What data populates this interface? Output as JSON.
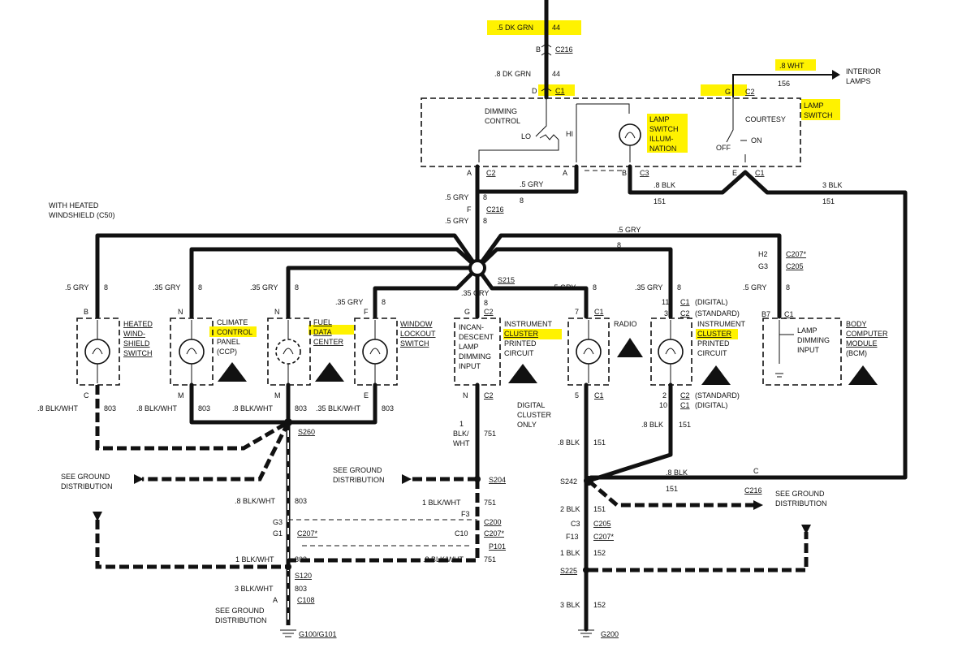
{
  "top": {
    "wire_color": ".5 DK GRN",
    "circuit": "44",
    "conn_pin": "B",
    "conn": "C216",
    "wire_color2": ".8 DK GRN",
    "circuit2": "44",
    "pin_d": "D",
    "c1": "C1"
  },
  "headlamp_switch": {
    "dimming": "DIMMING",
    "control": "CONTROL",
    "lo": "LO",
    "hi": "HI",
    "lamp": "LAMP",
    "switch": "SWITCH",
    "illum": "ILLUM-",
    "nation": "NATION",
    "courtesy": "COURTESY",
    "off": "OFF",
    "on": "ON",
    "outer_lamp": "LAMP",
    "outer_switch": "SWITCH",
    "pin_g": "G",
    "c2": "C2",
    "wht": ".8 WHT",
    "wht_circuit": "156",
    "interior1": "INTERIOR",
    "interior2": "LAMPS",
    "pin_a": "A",
    "pin_a2": "A",
    "pin_b": "B",
    "c3": "C3",
    "pin_e": "E",
    "c1b": "C1",
    "c2b": "C2"
  },
  "wires": {
    "gry5": ".5 GRY",
    "gry35": ".35 GRY",
    "c8": "8",
    "blk8": ".8 BLK",
    "blk3": "3 BLK",
    "c151": "151",
    "f": "F",
    "c216": "C216",
    "with_heated1": "WITH HEATED",
    "with_heated2": "WINDSHIELD (C50)"
  },
  "splices": {
    "s215": "S215",
    "s260": "S260",
    "s204": "S204",
    "s242": "S242",
    "s120": "S120",
    "s225": "S225"
  },
  "components": {
    "heated": [
      "HEATED",
      "WIND-",
      "SHIELD",
      "SWITCH"
    ],
    "climate": [
      "CLIMATE",
      "CONTROL",
      "PANEL",
      "(CCP)"
    ],
    "fuel": [
      "FUEL",
      "DATA",
      "CENTER"
    ],
    "window": [
      "WINDOW",
      "LOCKOUT",
      "SWITCH"
    ],
    "incand": [
      "INCAN-",
      "DESCENT",
      "LAMP",
      "DIMMING",
      "INPUT"
    ],
    "instrument": [
      "INSTRUMENT",
      "CLUSTER",
      "PRINTED",
      "CIRCUIT"
    ],
    "radio": "RADIO",
    "instrument2": [
      "INSTRUMENT",
      "CLUSTER",
      "PRINTED",
      "CIRCUIT"
    ],
    "bcm_in": [
      "LAMP",
      "DIMMING",
      "INPUT"
    ],
    "bcm": [
      "BODY",
      "COMPUTER",
      "MODULE",
      "(BCM)"
    ],
    "digital": [
      "DIGITAL",
      "CLUSTER",
      "ONLY"
    ]
  },
  "pins": {
    "b": "B",
    "n": "N",
    "m": "M",
    "f": "F",
    "g": "G",
    "seven": "7",
    "three": "3",
    "b7": "B7",
    "c": "C",
    "m2": "M",
    "e": "E",
    "n2": "N",
    "five": "5",
    "two": "2",
    "c1": "C1",
    "c2": "C2",
    "c11": "11",
    "c10": "10",
    "digital": "(DIGITAL)",
    "standard": "(STANDARD)",
    "h2": "H2",
    "g3": "G3",
    "c207": "C207*",
    "c205": "C205"
  },
  "ground": {
    "blkwht8": ".8 BLK/WHT",
    "blkwht35": ".35 BLK/WHT",
    "c803": "803",
    "blk1wht": "1",
    "blk_w": "BLK/",
    "wht": "WHT",
    "c751": "751",
    "see1": "SEE GROUND",
    "see2": "DISTRIBUTION",
    "blkwht1": "1 BLK/WHT",
    "blkwht3": "3 BLK/WHT",
    "c200": "C200",
    "f3": "F3",
    "g3": "G3",
    "g1": "G1",
    "c10": "C10",
    "c207": "C207*",
    "p101": "P101",
    "a": "A",
    "c108": "C108",
    "g100": "G100/G101",
    "blk2": "2 BLK",
    "blk1": "1 BLK",
    "blk3": "3 BLK",
    "c152": "152",
    "c3": "C3",
    "f13": "F13",
    "c205": "C205",
    "g200": "G200",
    "blk8": ".8 BLK",
    "c216": "C216",
    "c": "C"
  }
}
